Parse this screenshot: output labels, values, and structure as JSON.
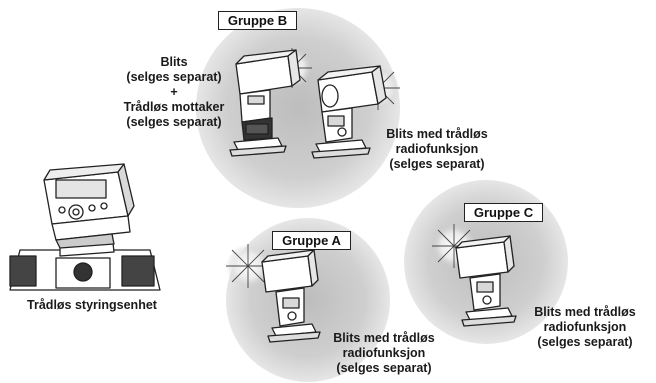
{
  "groups": {
    "b": {
      "label": "Gruppe B"
    },
    "a": {
      "label": "Gruppe A"
    },
    "c": {
      "label": "Gruppe C"
    }
  },
  "labels": {
    "flash_receiver": [
      "Blits",
      "(selges separat)",
      "+",
      "Trådløs mottaker",
      "(selges separat)"
    ],
    "radio_flash_b": [
      "Blits med trådløs",
      "radiofunksjon",
      "(selges separat)"
    ],
    "radio_flash_a": [
      "Blits med trådløs",
      "radiofunksjon",
      "(selges separat)"
    ],
    "radio_flash_c": [
      "Blits med trådløs",
      "radiofunksjon",
      "(selges separat)"
    ],
    "commander": "Trådløs styringsenhet"
  },
  "colors": {
    "group_glow": "#c8c8c8",
    "device_body": "#ffffff",
    "device_line": "#222222",
    "box_border": "#222222"
  }
}
